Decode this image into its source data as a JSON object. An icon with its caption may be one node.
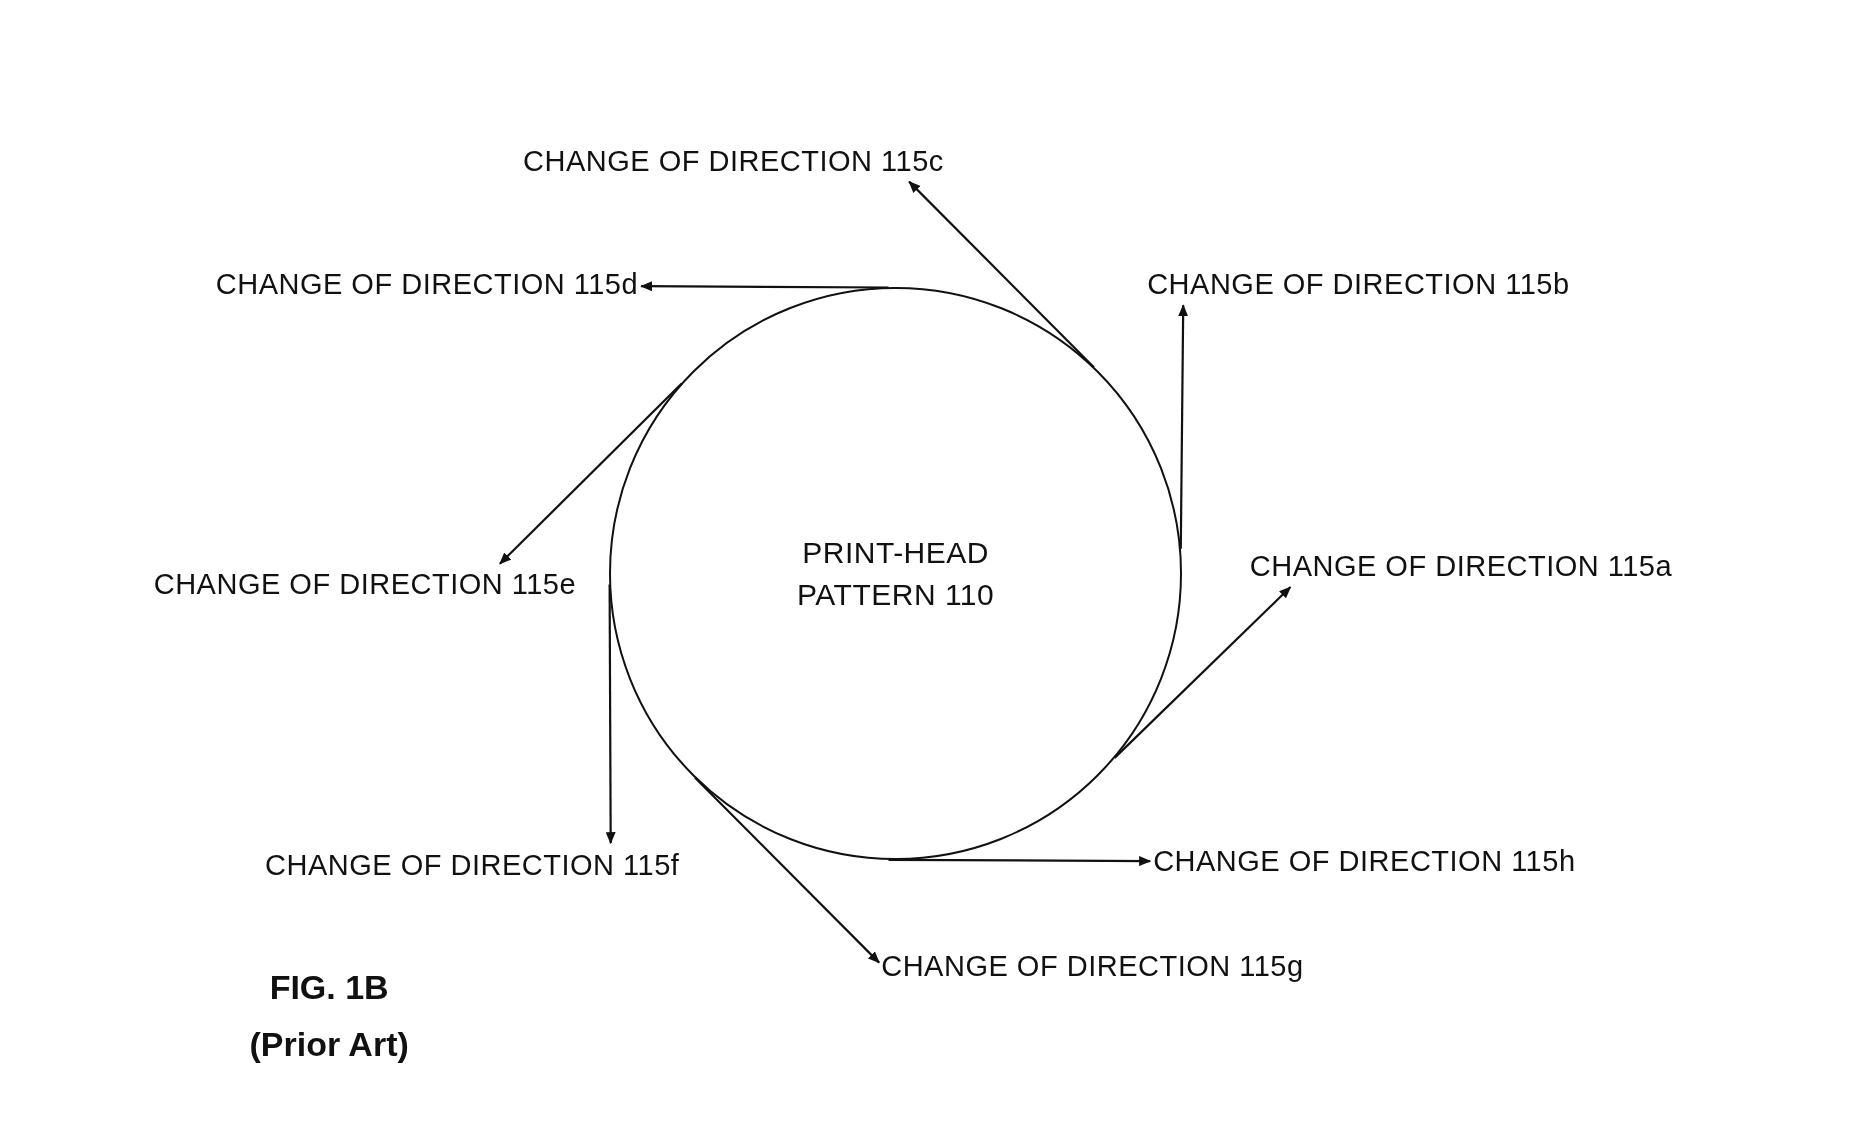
{
  "diagram": {
    "nodes": [
      {
        "text": [
          "PRINT-HEAD PATTERN 110"
        ]
      },
      {
        "text": [
          "CHANGE OF DIRECTION 115a"
        ]
      },
      {
        "text": [
          "CHANGE OF DIRECTION 115b"
        ]
      },
      {
        "text": [
          "CHANGE OF DIRECTION 115c"
        ]
      },
      {
        "text": [
          "CHANGE OF DIRECTION 115d"
        ]
      },
      {
        "text": [
          "CHANGE OF DIRECTION 115e"
        ]
      },
      {
        "text": [
          "CHANGE OF DIRECTION 115f"
        ]
      },
      {
        "text": [
          "CHANGE OF DIRECTION 115g"
        ]
      },
      {
        "text": [
          "CHANGE OF DIRECTION 115h"
        ]
      }
    ],
    "edges": [
      {
        "from": 0,
        "to": 1,
        "arrow": "to"
      },
      {
        "from": 0,
        "to": 2,
        "arrow": "to"
      },
      {
        "from": 0,
        "to": 3,
        "arrow": "to"
      },
      {
        "from": 0,
        "to": 4,
        "arrow": "to"
      },
      {
        "from": 0,
        "to": 5,
        "arrow": "to"
      },
      {
        "from": 0,
        "to": 6,
        "arrow": "to"
      },
      {
        "from": 0,
        "to": 7,
        "arrow": "to"
      },
      {
        "from": 0,
        "to": 8,
        "arrow": "to"
      }
    ],
    "labels": [
      "FIG. 1B",
      "(Prior Art)"
    ]
  }
}
